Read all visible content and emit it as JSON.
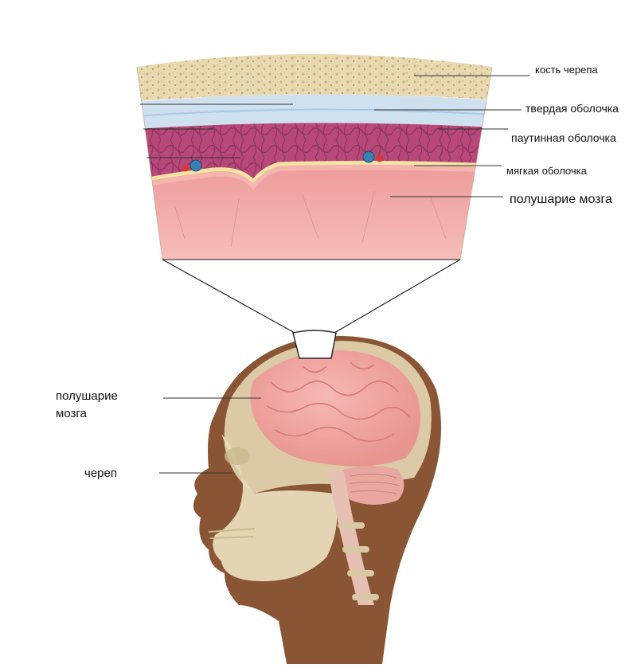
{
  "labels": {
    "skull_bone": "кость черепа",
    "dura_mater": "твердая оболочка",
    "arachnoid": "паутинная оболочка",
    "pia_mater": "мягкая оболочка",
    "hemisphere_top": "полушарие мозга",
    "hemisphere_side_line1": "полушарие",
    "hemisphere_side_line2": "мозга",
    "skull": "череп"
  },
  "colors": {
    "bone": "#e8d9b0",
    "bone_pores": "#c9b487",
    "dura": "#cfe0ef",
    "arachnoid": "#b8477a",
    "pia": "#f3e3a3",
    "brain": "#f0a6a6",
    "skin": "#8a5535"
  }
}
